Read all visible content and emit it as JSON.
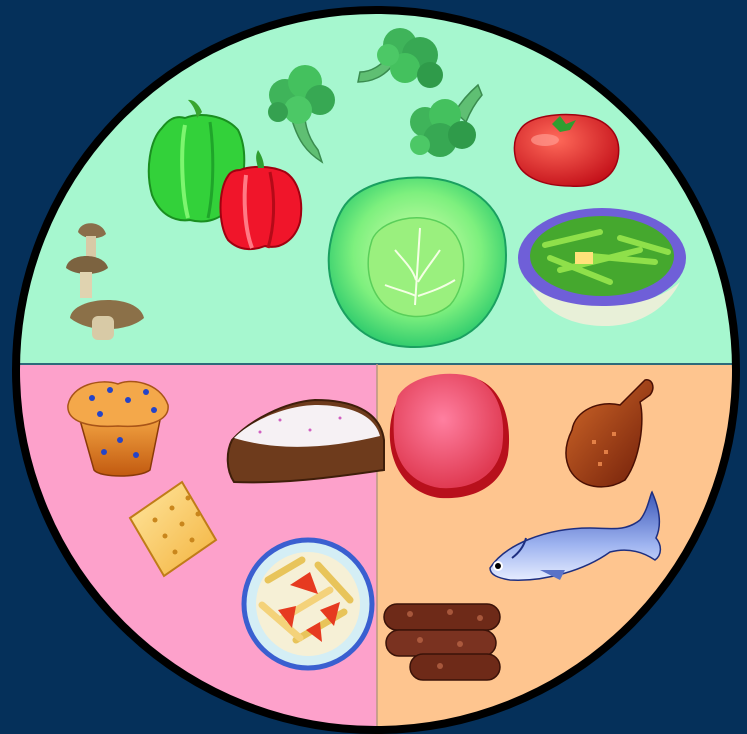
{
  "colors": {
    "background": "#05305a",
    "rim": "#000000",
    "vegetables_section": "#a6f7cf",
    "grains_section": "#fda1cb",
    "proteins_section": "#fec58f"
  },
  "sections": [
    {
      "name": "vegetables",
      "items": [
        "green-pepper",
        "red-pepper",
        "broccoli",
        "broccoli",
        "broccoli",
        "tomato",
        "mushrooms",
        "cabbage",
        "green-beans-bowl"
      ]
    },
    {
      "name": "grains",
      "items": [
        "muffin",
        "bread-slice",
        "cracker",
        "pasta-plate"
      ]
    },
    {
      "name": "proteins",
      "items": [
        "ground-meat-patty",
        "chicken-drumstick",
        "fish",
        "sausages"
      ]
    }
  ]
}
